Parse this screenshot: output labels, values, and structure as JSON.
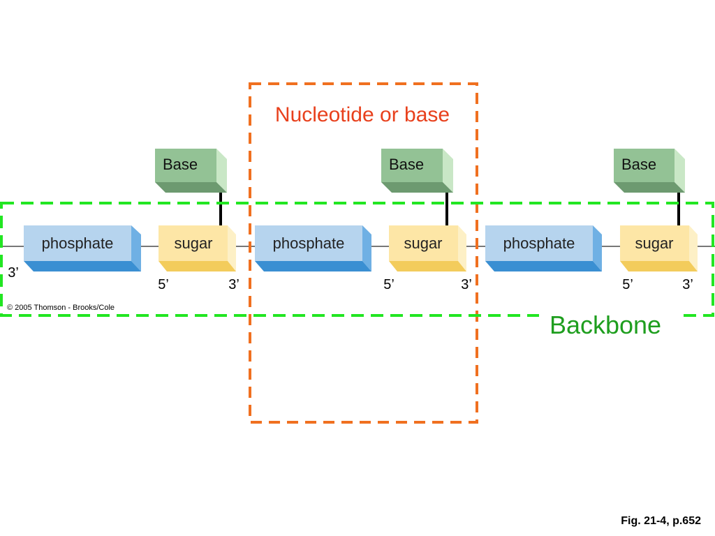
{
  "colors": {
    "nucleotide_box": "#f07020",
    "nucleotide_text": "#e8401c",
    "backbone_box": "#22e622",
    "backbone_text": "#1e9e1e",
    "phosphate_front": "#b6d4ee",
    "phosphate_bottom": "#3a8fd2",
    "phosphate_right": "#6fb0e4",
    "sugar_front": "#fde6a6",
    "sugar_bottom": "#f3cc5c",
    "sugar_right": "#fdf0c6",
    "base_front": "#93c295",
    "base_bottom": "#6d9a70",
    "base_right": "#c9e7c6",
    "connector": "#777777",
    "stem": "#000000"
  },
  "labels": {
    "nucleotide": "Nucleotide or base",
    "backbone": "Backbone",
    "phosphate": "phosphate",
    "sugar": "sugar",
    "base": "Base",
    "five_prime": "5’",
    "three_prime": "3’"
  },
  "units": [
    {
      "phosphate": "phosphate",
      "sugar": "sugar",
      "base": "Base",
      "five_prime": "5’",
      "three_prime": "3’"
    },
    {
      "phosphate": "phosphate",
      "sugar": "sugar",
      "base": "Base",
      "five_prime": "5’",
      "three_prime": "3’"
    },
    {
      "phosphate": "phosphate",
      "sugar": "sugar",
      "base": "Base",
      "five_prime": "5’",
      "three_prime": "3’"
    }
  ],
  "chain_start_label": "3’",
  "copyright": "© 2005 Thomson - Brooks/Cole",
  "figure_reference": "Fig. 21-4, p.652"
}
